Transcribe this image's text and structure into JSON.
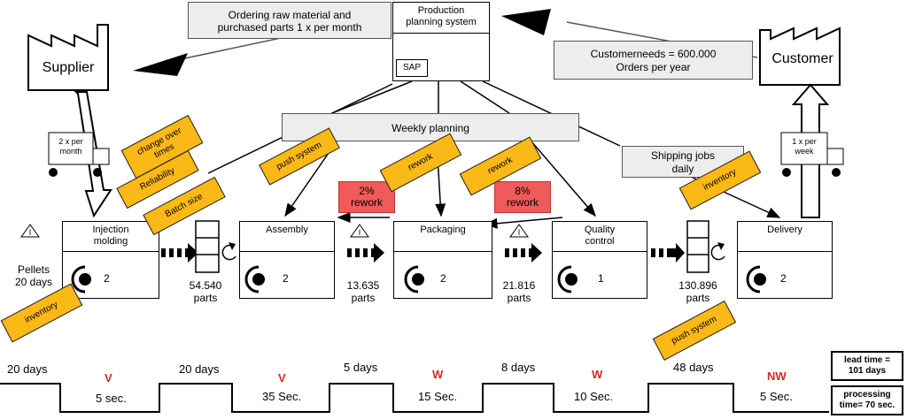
{
  "supplier": {
    "label": "Supplier"
  },
  "customer": {
    "label": "Customer"
  },
  "ordering_note": {
    "line1": "Ordering  raw  material and",
    "line2": "purchased parts 1 x per month"
  },
  "pps": {
    "line1": "Production",
    "line2": "planning system",
    "sap": "SAP"
  },
  "customer_needs": {
    "line1": "Customerneeds = 600.000",
    "line2": "Orders per year"
  },
  "weekly_planning": "Weekly planning",
  "shipping_jobs": {
    "line1": "Shipping jobs",
    "line2": "daily"
  },
  "supplier_truck": {
    "line1": "2 x  per",
    "line2": "month"
  },
  "customer_truck": {
    "line1": "1 x per",
    "line2": "week"
  },
  "stickies": {
    "change_over": {
      "line1": "change over",
      "line2": "times"
    },
    "reliability": "Reliability",
    "batch_size": "Batch size",
    "push_system_1": "push system",
    "rework_1": "rework",
    "rework_2": "rework",
    "inventory_1": "inventory",
    "inventory_2": "inventory",
    "push_system_2": "push system"
  },
  "rework_badges": [
    {
      "line1": "2%",
      "line2": "rework"
    },
    {
      "line1": "8%",
      "line2": "rework"
    }
  ],
  "processes": [
    {
      "line1": "Injection",
      "line2": "molding",
      "operators": "2"
    },
    {
      "line1": "Assembly",
      "line2": "",
      "operators": "2"
    },
    {
      "line1": "Packaging",
      "line2": "",
      "operators": "2"
    },
    {
      "line1": "Quality",
      "line2": "control",
      "operators": "1"
    },
    {
      "line1": "Delivery",
      "line2": "",
      "operators": "2"
    }
  ],
  "pellets": {
    "line1": "Pellets",
    "line2": "20 days"
  },
  "inventories": [
    {
      "amount": "54.540",
      "unit": "parts"
    },
    {
      "amount": "13.635",
      "unit": "parts"
    },
    {
      "amount": "21.816",
      "unit": "parts"
    },
    {
      "amount": "130.896",
      "unit": "parts"
    }
  ],
  "timeline": {
    "top": [
      "20 days",
      "20 days",
      "5 days",
      "8 days",
      "48 days"
    ],
    "bottom": [
      "5 sec.",
      "35 Sec.",
      "15 Sec.",
      "10 Sec.",
      "5 Sec."
    ],
    "types": [
      "V",
      "V",
      "W",
      "W",
      "NW"
    ]
  },
  "summary": {
    "lead_time_line1": "lead time =",
    "lead_time_line2": "101 days",
    "processing_line1": "processing",
    "processing_line2": "time= 70 sec."
  }
}
